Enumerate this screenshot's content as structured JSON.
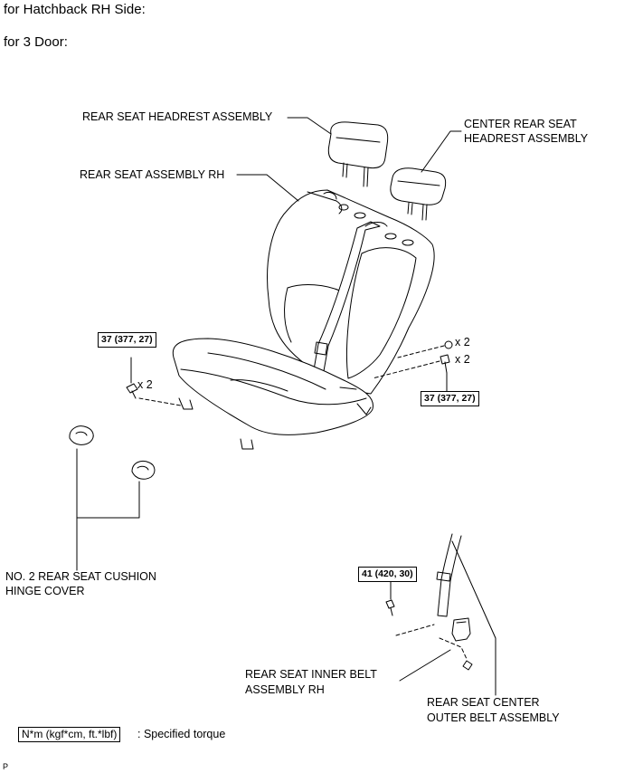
{
  "header": {
    "line1": "for Hatchback RH Side:",
    "line2": "for 3 Door:"
  },
  "labels": {
    "rear_seat_headrest": "REAR SEAT HEADREST ASSEMBLY",
    "center_headrest_l1": "CENTER REAR SEAT",
    "center_headrest_l2": "HEADREST ASSEMBLY",
    "rear_seat_assembly": "REAR SEAT ASSEMBLY RH",
    "hinge_cover_l1": "NO. 2 REAR SEAT CUSHION",
    "hinge_cover_l2": "HINGE COVER",
    "inner_belt_l1": "REAR SEAT INNER BELT",
    "inner_belt_l2": "ASSEMBLY RH",
    "center_outer_belt_l1": "REAR SEAT CENTER",
    "center_outer_belt_l2": "OUTER BELT ASSEMBLY"
  },
  "torque": {
    "left_seat": "37 (377, 27)",
    "right_seat": "37 (377, 27)",
    "belt": "41 (420, 30)"
  },
  "quantities": {
    "left_bolt": "x 2",
    "right_upper": "x 2",
    "right_lower": "x 2"
  },
  "legend": {
    "unit_box": "N*m (kgf*cm, ft.*lbf)",
    "text": ": Specified torque"
  },
  "footer": {
    "code": "P"
  }
}
